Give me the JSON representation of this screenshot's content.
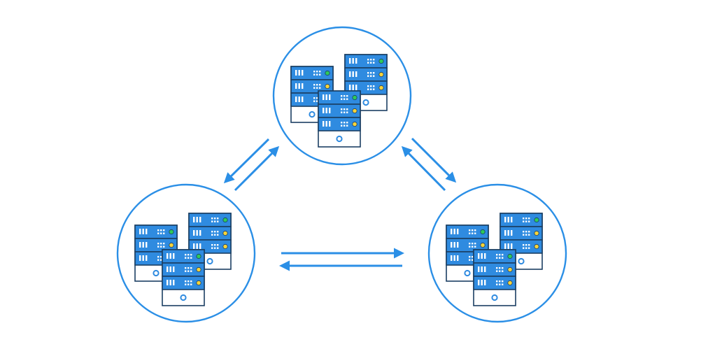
{
  "colors": {
    "accent": "#2b8fe6",
    "rack_blue": "#2f8be0",
    "rack_dark": "#1c3f63",
    "base": "#ffffff",
    "led_green": "#2ec95a",
    "led_yellow": "#f6d33a",
    "background": "#ffffff"
  },
  "nodes": [
    {
      "id": "top",
      "icon": "server-cluster-icon"
    },
    {
      "id": "left",
      "icon": "server-cluster-icon"
    },
    {
      "id": "right",
      "icon": "server-cluster-icon"
    }
  ],
  "links": [
    {
      "from": "top",
      "to": "left",
      "bidirectional": true
    },
    {
      "from": "top",
      "to": "right",
      "bidirectional": true
    },
    {
      "from": "left",
      "to": "right",
      "bidirectional": true
    }
  ]
}
